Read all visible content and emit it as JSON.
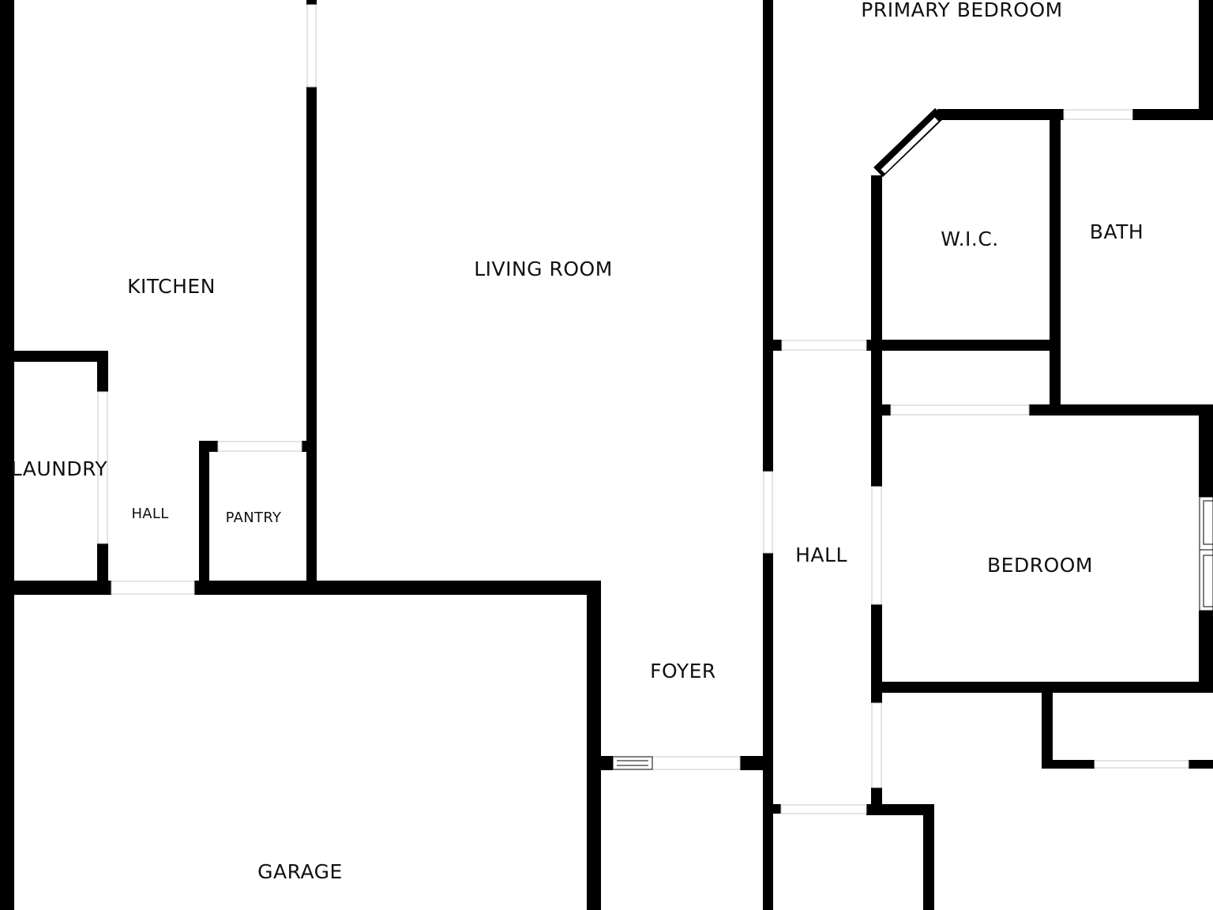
{
  "colors": {
    "wall": "#000000",
    "background": "#ffffff",
    "opening": "#ffffff",
    "opening_outline": "#c8c8c8"
  },
  "rooms": {
    "primary_bedroom": "PRIMARY BEDROOM",
    "kitchen": "KITCHEN",
    "living_room": "LIVING ROOM",
    "wic": "W.I.C.",
    "bath": "BATH",
    "laundry": "LAUNDRY",
    "hall_small": "HALL",
    "pantry": "PANTRY",
    "hall": "HALL",
    "bedroom": "BEDROOM",
    "foyer": "FOYER",
    "garage": "GARAGE"
  }
}
